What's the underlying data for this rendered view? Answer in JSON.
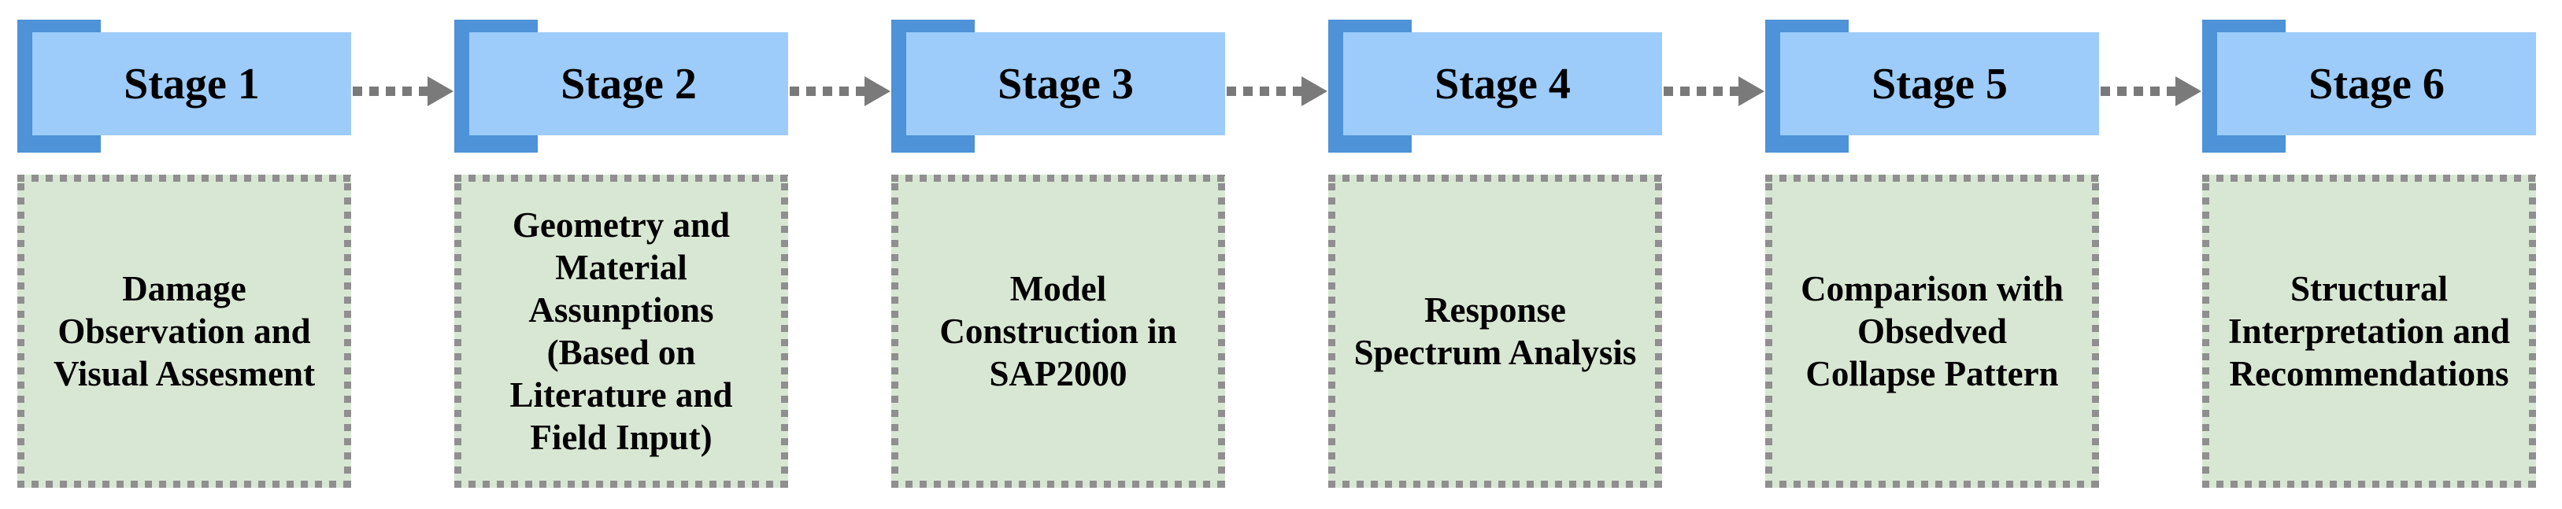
{
  "diagram": {
    "stages": [
      {
        "label": "Stage 1",
        "description": "Damage\nObservation and\nVisual Assesment"
      },
      {
        "label": "Stage 2",
        "description": "Geometry and\nMaterial\nAssunptions\n(Based on\nLiterature and\nField Input)"
      },
      {
        "label": "Stage 3",
        "description": "Model\nConstruction in\nSAP2000"
      },
      {
        "label": "Stage 4",
        "description": "Response\nSpectrum Analysis"
      },
      {
        "label": "Stage 5",
        "description": "Comparison with\nObsedved\nCollapse Pattern"
      },
      {
        "label": "Stage 6",
        "description": "Structural\nInterpretation and\nRecommendations"
      }
    ],
    "colors": {
      "tab_dark": "#4e92d7",
      "header_light": "#9dccfa",
      "panel_fill": "#d8e7d3",
      "panel_border": "#8f8f8f",
      "arrow": "#7a7a7a",
      "text": "#000000"
    }
  }
}
